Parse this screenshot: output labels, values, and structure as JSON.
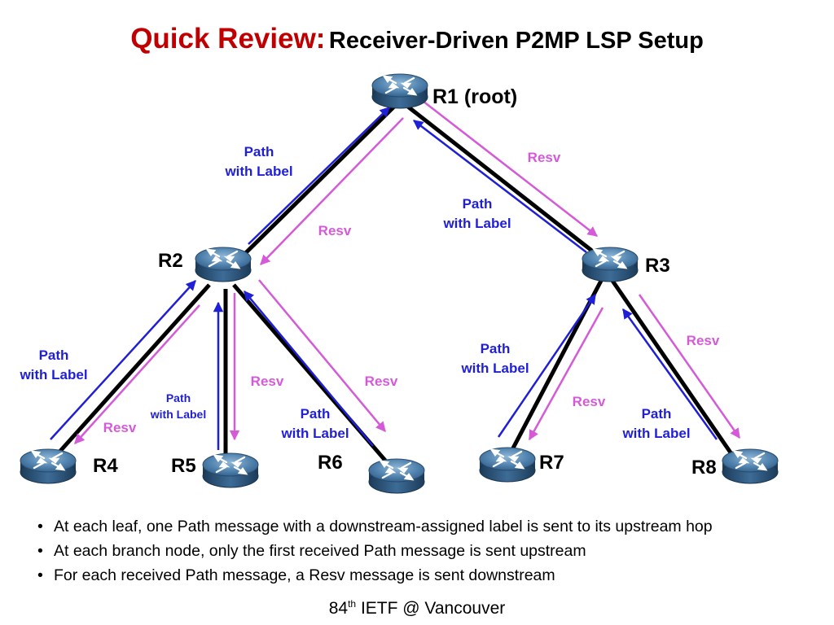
{
  "title": {
    "highlight": "Quick Review:",
    "rest": "Receiver-Driven P2MP LSP Setup"
  },
  "routers": {
    "r1": "R1 (root)",
    "r2": "R2",
    "r3": "R3",
    "r4": "R4",
    "r5": "R5",
    "r6": "R6",
    "r7": "R7",
    "r8": "R8"
  },
  "labels": {
    "path": "Path",
    "with_label": "with Label",
    "resv": "Resv"
  },
  "bullets": [
    "At each leaf, one Path message with a downstream-assigned label is sent to its upstream hop",
    "At each branch node, only the first received Path message is  sent upstream",
    "For each received Path message, a Resv message is sent downstream"
  ],
  "footer": {
    "number": "84",
    "ordinal": "th",
    "text": "IETF @ Vancouver"
  },
  "colors": {
    "title_highlight": "#c00000",
    "path_message": "#1f1fd6",
    "resv_message": "#d45ad8",
    "link": "#000000",
    "router": "#4f81ad"
  },
  "icons": {
    "router": "router-icon"
  }
}
